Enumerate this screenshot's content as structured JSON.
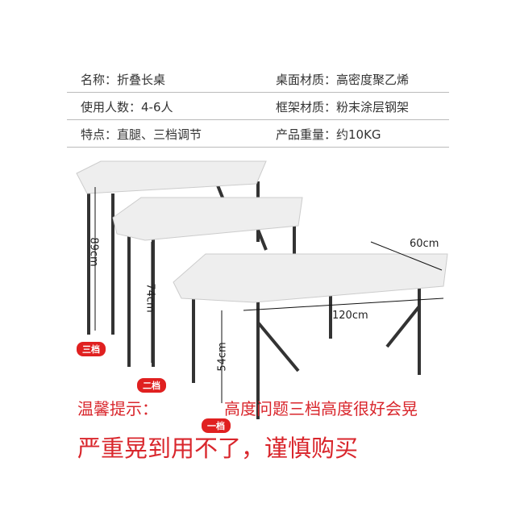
{
  "specs": {
    "left": [
      "名称：折叠长桌",
      "使用人数：4-6人",
      "特点：直腿、三档调节"
    ],
    "right": [
      "桌面材质：高密度聚乙烯",
      "框架材质：粉末涂层钢架",
      "产品重量：约10KG"
    ]
  },
  "dimensions": {
    "h_high": "89cm",
    "h_mid": "74cm",
    "h_low": "54cm",
    "width": "60cm",
    "length": "120cm"
  },
  "badges": {
    "high": "三档",
    "mid": "二档",
    "low": "一档"
  },
  "notice": {
    "label": "温馨提示：",
    "line1": "高度问题三档高度很好会晃",
    "line2": "严重晃到用不了，谨慎购买"
  },
  "colors": {
    "accent": "#d9262c"
  }
}
